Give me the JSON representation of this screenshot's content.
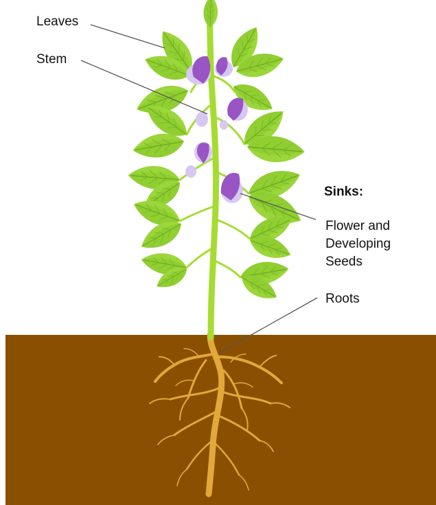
{
  "labels": {
    "leaves": "Leaves",
    "stem": "Stem",
    "sinks_heading": "Sinks:",
    "flower_line1": "Flower and",
    "flower_line2": "Developing",
    "flower_line3": "Seeds",
    "roots": "Roots"
  },
  "colors": {
    "soil": "#8a5000",
    "leaf": "#9bd63a",
    "leaf_dark": "#7fbf26",
    "stem": "#a6dc32",
    "root": "#e3a83a",
    "petal_purple": "#9a55c4",
    "petal_lilac": "#d6c8f2",
    "leader_line": "#555555"
  }
}
